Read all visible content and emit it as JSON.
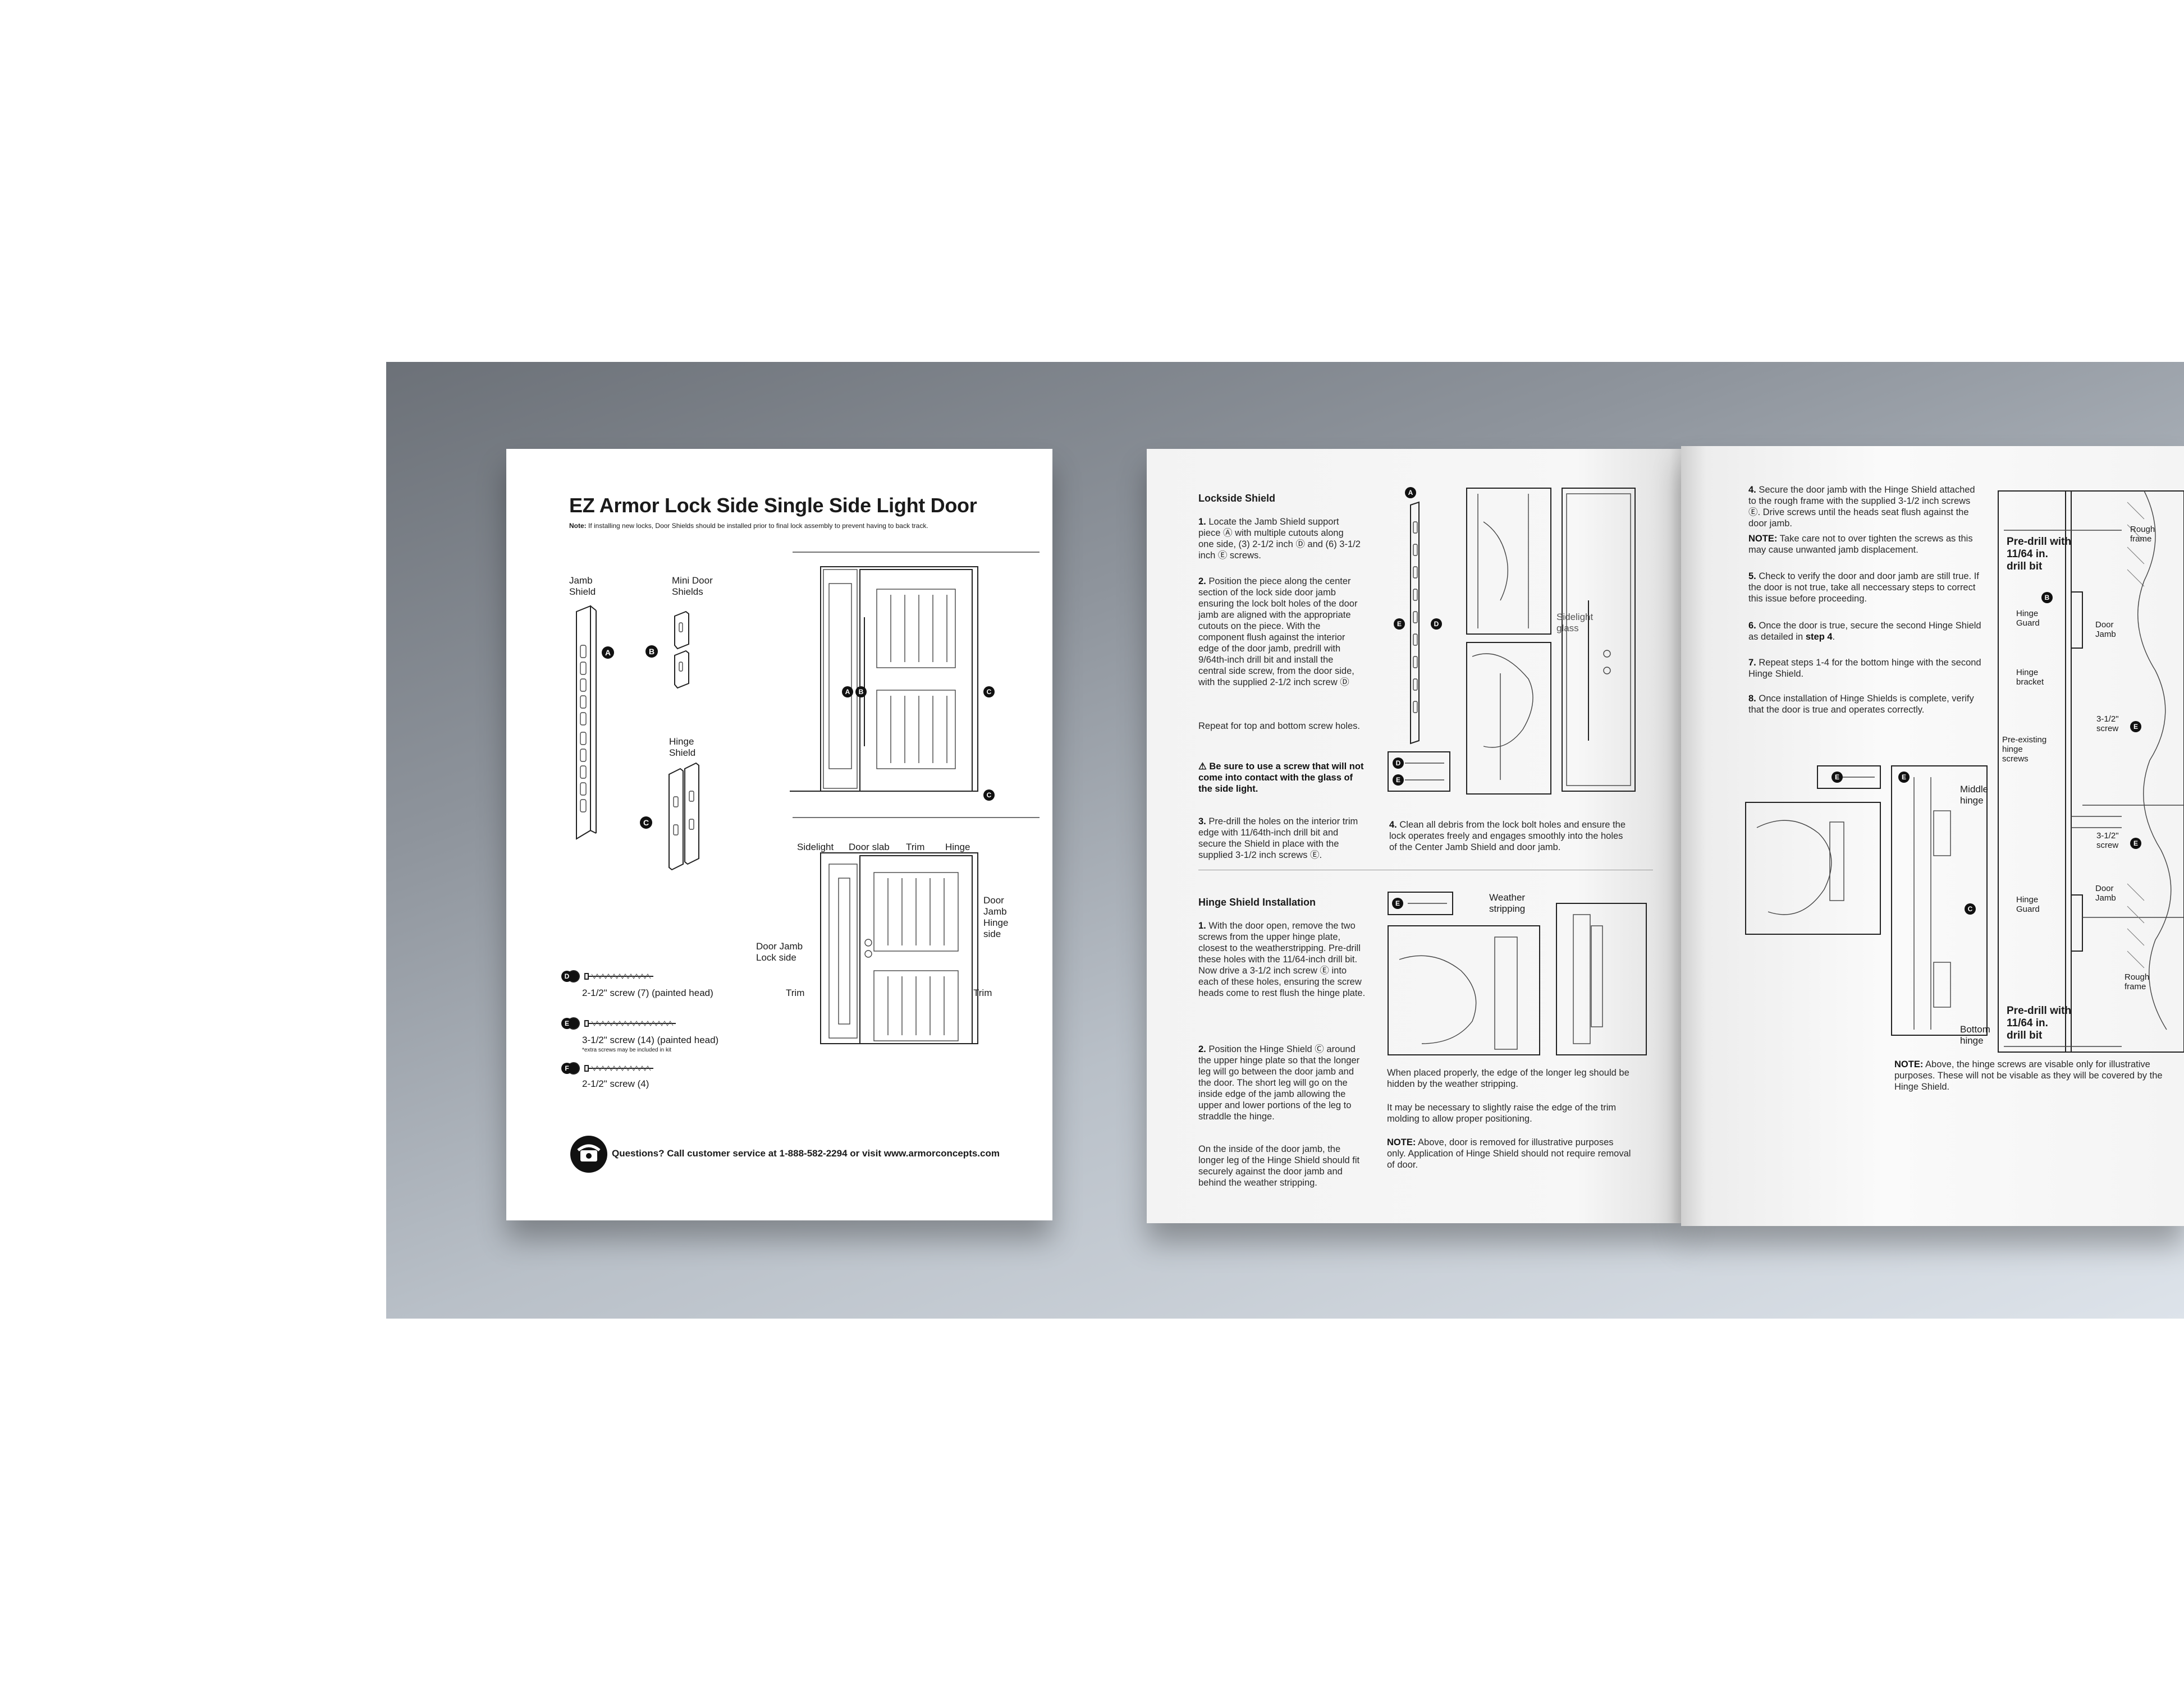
{
  "page1": {
    "title": "EZ Armor Lock Side Single Side Light Door",
    "note_label": "Note:",
    "note_text": "If installing new locks, Door Shields should be installed prior to final lock assembly to prevent having to back track.",
    "parts": {
      "jamb_shield": "Jamb\nShield",
      "mini_door_shields": "Mini Door\nShields",
      "hinge_shield": "Hinge\nShield",
      "callout_a": "A",
      "callout_b": "B",
      "callout_c": "C"
    },
    "screws": [
      {
        "callout": "D",
        "label": "2-1/2\" screw (7) (painted head)",
        "note": ""
      },
      {
        "callout": "E",
        "label": "3-1/2\" screw (14) (painted head)",
        "note": "*extra screws may be included in kit"
      },
      {
        "callout": "F",
        "label": "2-1/2\" screw (4)",
        "note": ""
      }
    ],
    "door_labels": {
      "sidelight": "Sidelight",
      "door_slab": "Door slab",
      "trim": "Trim",
      "hinge": "Hinge",
      "door_jamb_hinge_side": "Door\nJamb\nHinge\nside",
      "door_jamb_lock_side": "Door Jamb\nLock side",
      "trim_left": "Trim",
      "trim_right": "Trim"
    },
    "footer": "Questions? Call customer service at 1-888-582-2294 or visit www.armorconcepts.com"
  },
  "page2": {
    "lockside_heading": "Lockside Shield",
    "step1_num": "1.",
    "step1": "Locate the Jamb Shield support piece Ⓐ with multiple cutouts along one side, (3) 2-1/2 inch Ⓓ and (6) 3-1/2 inch Ⓔ screws.",
    "step2_num": "2.",
    "step2": "Position the piece along the center section of the lock side door jamb ensuring the lock bolt holes of the door jamb are aligned with the appropriate cutouts on the piece. With the component flush against the interior edge of the door jamb, predrill with 9/64th-inch drill bit and install the central side screw, from the door side, with the supplied 2-1/2 inch screw Ⓓ",
    "repeat": "Repeat for top and bottom screw holes.",
    "warning": "Be sure to use a screw that will not come into contact with the glass of the side light.",
    "step3_num": "3.",
    "step3": "Pre-drill the holes on the interior trim edge with 11/64th-inch drill bit and secure the Shield in place with the supplied 3-1/2 inch screws Ⓔ.",
    "step4_num": "4.",
    "step4": "Clean all debris from the lock bolt holes and ensure the lock operates freely and engages smoothly into the holes of the Center Jamb Shield and door jamb.",
    "sidelight_glass": "Sidelight\nglass",
    "hinge_heading": "Hinge Shield Installation",
    "h1_num": "1.",
    "h1": "With the door open, remove the two screws from the upper hinge plate, closest to the weatherstripping. Pre-drill these holes with the 11/64-inch drill bit. Now drive a 3-1/2 inch screw Ⓔ into each of these holes, ensuring the screw heads come to rest flush the hinge plate.",
    "h2_num": "2.",
    "h2": "Position the Hinge Shield Ⓒ around the upper hinge plate so that the longer leg will go between the door jamb and the door. The short leg will go on the inside edge of the jamb allowing the upper and lower portions of the leg to straddle the hinge.",
    "h2b": "On the inside of the door jamb, the longer leg of the Hinge Shield should fit securely against the door jamb and behind the weather stripping.",
    "weather_stripping": "Weather\nstripping",
    "when_placed": "When placed properly, the edge of the longer leg should be hidden by the weather stripping.",
    "may_be_necessary": "It may be necessary to slightly raise the edge of the trim molding to allow proper positioning.",
    "note_label": "NOTE:",
    "note": "Above, door is removed for illustrative purposes only. Application of Hinge Shield should not require removal of door."
  },
  "page3": {
    "s4_num": "4.",
    "s4": "Secure the door jamb with the Hinge Shield attached to the rough frame with the supplied 3-1/2 inch screws Ⓔ. Drive screws until the heads seat flush against the door jamb.",
    "note_label": "NOTE:",
    "note1": "Take care not to over tighten the screws as this may cause unwanted jamb displacement.",
    "s5_num": "5.",
    "s5": "Check to verify the door and door jamb are still true. If the door is not true, take all neccessary steps to correct this issue before proceeding.",
    "s6_num": "6.",
    "s6_pre": "Once the door is true, secure the second Hinge Shield as detailed in",
    "s6_bold": "step 4",
    "s7_num": "7.",
    "s7": "Repeat steps 1-4 for the bottom hinge with the second Hinge Shield.",
    "s8_num": "8.",
    "s8": "Once installation of Hinge Shields is complete, verify that the door is true and operates correctly.",
    "middle_hinge": "Middle\nhinge",
    "bottom_hinge": "Bottom\nhinge",
    "predrill_top": "Pre-drill with\n11/64 in.\ndrill bit",
    "predrill_bottom": "Pre-drill with\n11/64 in.\ndrill bit",
    "rough_frame_top": "Rough\nframe",
    "rough_frame_bottom": "Rough\nframe",
    "hinge_guard_top": "Hinge\nGuard",
    "hinge_guard_bottom": "Hinge\nGuard",
    "door_jamb_top": "Door\nJamb",
    "door_jamb_bottom": "Door\nJamb",
    "hinge_bracket": "Hinge\nbracket",
    "pre_existing": "Pre-existing\nhinge\nscrews",
    "screw_32_top": "3-1/2\"\nscrew",
    "screw_32_bottom": "3-1/2\"\nscrew",
    "note2": "Above, the hinge screws are visable only for illustrative purposes. These will not be visable as they will be covered by the Hinge Shield."
  }
}
